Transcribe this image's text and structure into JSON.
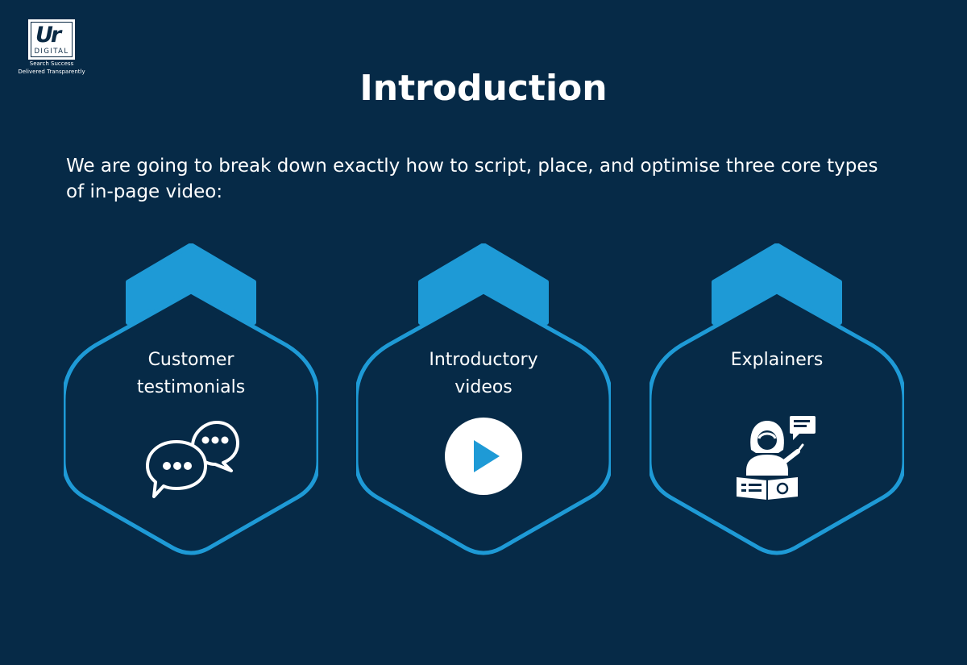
{
  "logo": {
    "mark": "Ur",
    "brand": "DIGITAL",
    "tagline_1": "Search Success",
    "tagline_2": "Delivered Transparently"
  },
  "title": "Introduction",
  "intro": "We are going to break down exactly how to script, place, and optimise three core types of in-page video:",
  "colors": {
    "background": "#062a47",
    "accent": "#1e9ad6",
    "text": "#ffffff"
  },
  "cards": [
    {
      "label": "Customer\ntestimonials",
      "icon": "speech-bubbles-icon"
    },
    {
      "label": "Introductory\nvideos",
      "icon": "play-icon"
    },
    {
      "label": "Explainers",
      "icon": "teacher-icon"
    }
  ]
}
